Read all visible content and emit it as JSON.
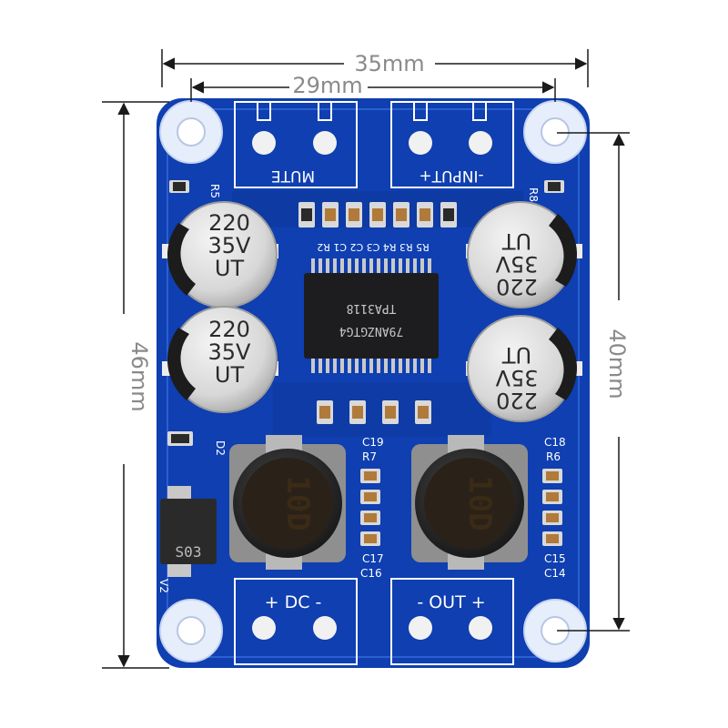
{
  "dimensions": {
    "outer_width": "35mm",
    "inner_width": "29mm",
    "outer_height": "46mm",
    "inner_height": "40mm"
  },
  "terminals": {
    "top_left": "MUTE",
    "top_right": "-INPUT+",
    "bottom_left": "+ DC -",
    "bottom_right": "- OUT +"
  },
  "capacitors": {
    "top_left": [
      "220",
      "35V",
      "UT"
    ],
    "bottom_left": [
      "220",
      "35V",
      "UT"
    ],
    "top_right": [
      "220",
      "35V",
      "UT"
    ],
    "bottom_right": [
      "220",
      "35V",
      "UT"
    ]
  },
  "inductors": {
    "left": "10D",
    "right": "10D"
  },
  "chip": {
    "line1": "TPA3118",
    "line2": "79ANZGTG4"
  },
  "diode": {
    "label": "S03"
  },
  "silkscreen": {
    "r8": "R8",
    "r6": "R6",
    "c18": "C18",
    "c19": "C19",
    "c16": "C16",
    "c14": "C14",
    "c17": "C17",
    "c15": "C15",
    "r7": "R7",
    "v2": "V2",
    "d2": "D2",
    "r5": "R5",
    "resistor_row": "R5 R3 R4 C3 C2 C1 R2"
  },
  "colors": {
    "pcb": "#0f3fb0",
    "pcb_dark": "#0a2f86",
    "dimension_line": "#1a1a1a",
    "dimension_text": "#8a8a8a"
  }
}
